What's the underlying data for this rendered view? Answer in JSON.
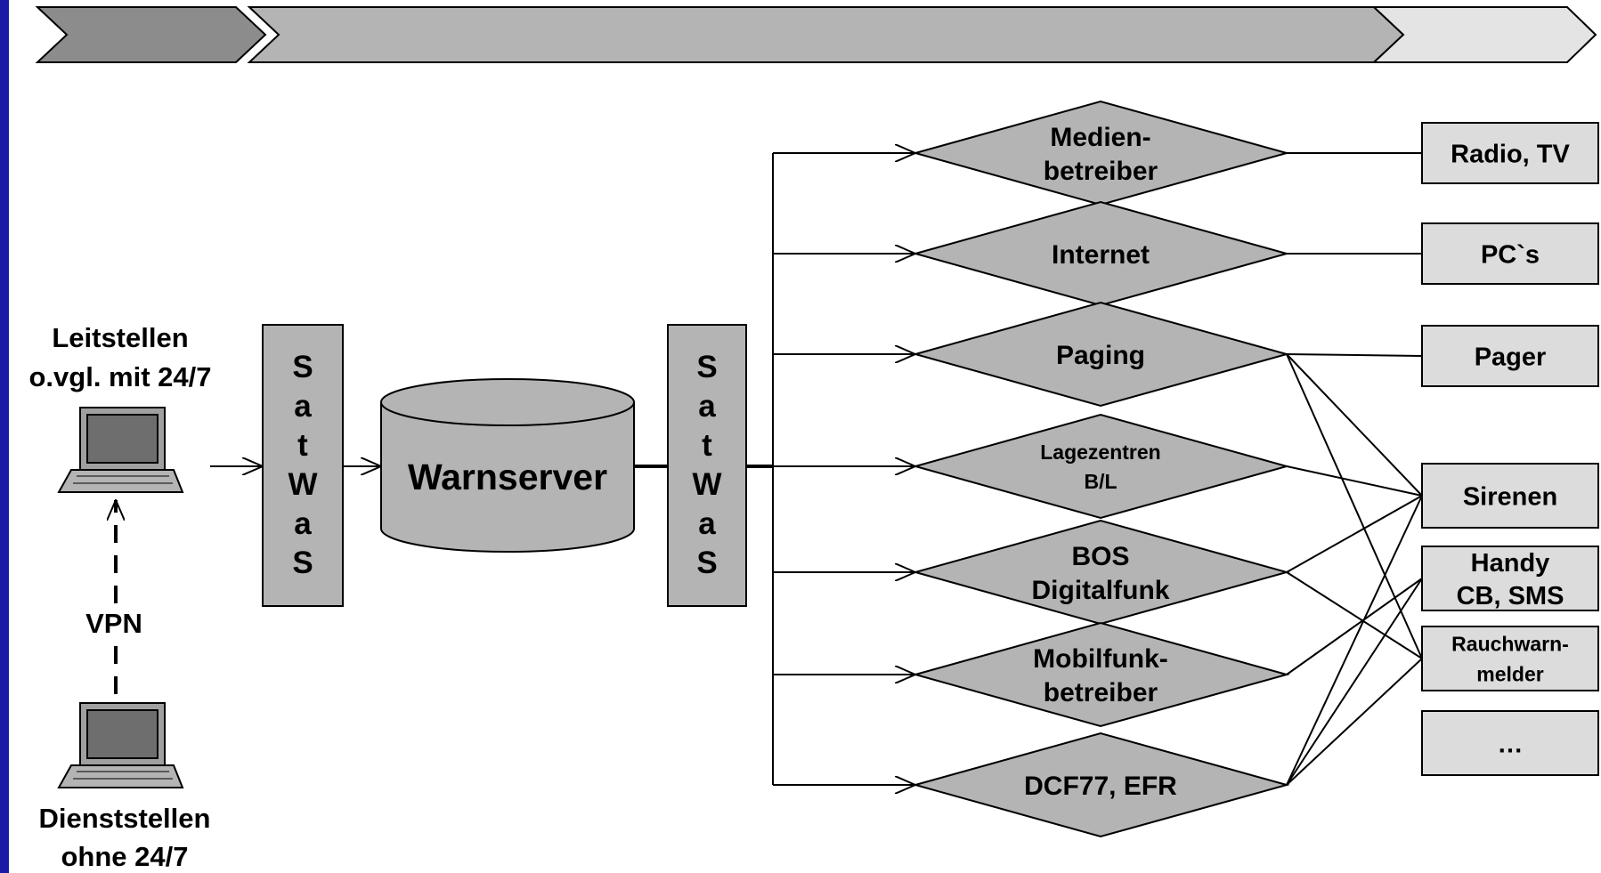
{
  "colors": {
    "left_bar": "#1a1aa6",
    "chevron_dark": "#8c8c8c",
    "chevron_mid": "#b4b4b4",
    "chevron_light": "#e4e4e4",
    "shape_fill": "#b4b4b4",
    "box_fill": "#dcdcdc",
    "line": "#000000"
  },
  "sources": {
    "leitstellen": {
      "line1": "Leitstellen",
      "line2": "o.vgl. mit 24/7"
    },
    "dienststellen": {
      "line1": "Dienststellen",
      "line2": "ohne 24/7"
    },
    "vpn": "VPN"
  },
  "satwas_left": [
    "S",
    "a",
    "t",
    "W",
    "a",
    "S"
  ],
  "satwas_right": [
    "S",
    "a",
    "t",
    "W",
    "a",
    "S"
  ],
  "warnserver": "Warnserver",
  "channels": [
    {
      "lines": [
        "Medien-",
        "betreiber"
      ]
    },
    {
      "lines": [
        "Internet"
      ]
    },
    {
      "lines": [
        "Paging"
      ]
    },
    {
      "lines": [
        "Lagezentren",
        "B/L"
      ]
    },
    {
      "lines": [
        "BOS",
        "Digitalfunk"
      ]
    },
    {
      "lines": [
        "Mobilfunk-",
        "betreiber"
      ]
    },
    {
      "lines": [
        "DCF77, EFR"
      ]
    }
  ],
  "endpoints": [
    {
      "lines": [
        "Radio, TV"
      ]
    },
    {
      "lines": [
        "PC`s"
      ]
    },
    {
      "lines": [
        "Pager"
      ]
    },
    {
      "lines": [
        "Sirenen"
      ]
    },
    {
      "lines": [
        "Handy",
        "CB, SMS"
      ]
    },
    {
      "lines": [
        "Rauchwarn-",
        "melder"
      ]
    },
    {
      "lines": [
        "…"
      ]
    }
  ]
}
